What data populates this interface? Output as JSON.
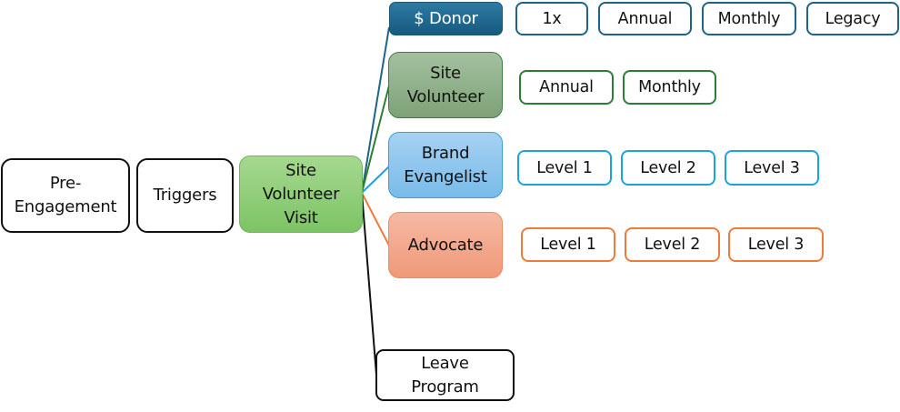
{
  "diagram": {
    "pipeline": {
      "pre_engagement": "Pre-\nEngagement",
      "triggers": "Triggers",
      "site_visit": "Site\nVolunteer\nVisit"
    },
    "branches": [
      {
        "key": "donor",
        "label": "$ Donor",
        "color": "#1f6389",
        "options": [
          "1x",
          "Annual",
          "Monthly",
          "Legacy"
        ]
      },
      {
        "key": "site-volunteer",
        "label": "Site\nVolunteer",
        "color": "#2f7d32",
        "options": [
          "Annual",
          "Monthly"
        ]
      },
      {
        "key": "brand-evangelist",
        "label": "Brand\nEvangelist",
        "color": "#1aa3dd",
        "options": [
          "Level 1",
          "Level 2",
          "Level 3"
        ]
      },
      {
        "key": "advocate",
        "label": "Advocate",
        "color": "#ee7b3c",
        "options": [
          "Level 1",
          "Level 2",
          "Level 3"
        ]
      },
      {
        "key": "leave",
        "label": "Leave\nProgram",
        "color": "#111111",
        "options": []
      }
    ]
  }
}
